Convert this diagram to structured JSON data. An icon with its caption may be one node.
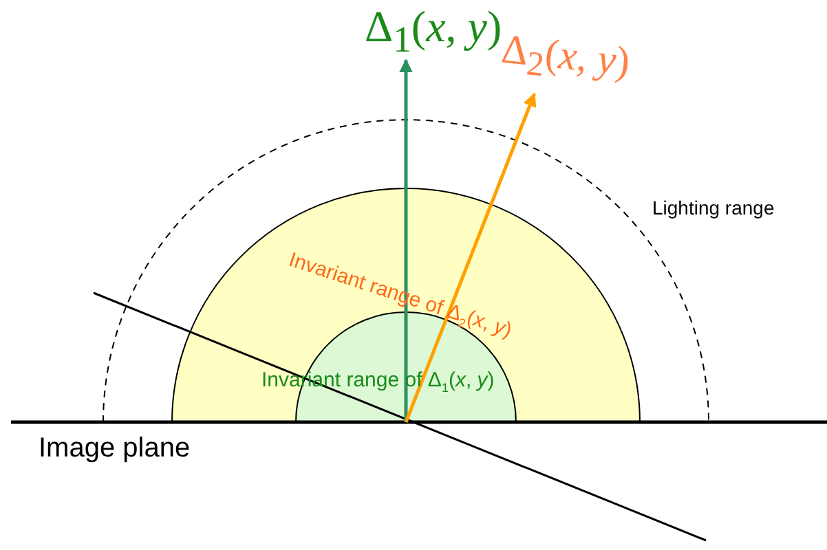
{
  "diagram": {
    "nodes": [
      {
        "text": [
          "Δ$_{1}$(*x*, *y*)"
        ]
      },
      {
        "text": [
          "Δ$_{2}$(*x*, *y*)"
        ]
      }
    ],
    "edges": [
      {
        "from": null,
        "to": 0,
        "arrow": "to",
        "color": "#2e9060"
      },
      {
        "from": null,
        "to": 1,
        "arrow": "to",
        "color": "#ffa000"
      }
    ],
    "labels": [
      "Lighting range",
      "Invariant range of Δ$_{2}$(*x*, *y*)",
      "Invariant range of Δ$_{1}$(*x*, *y*)",
      "Image plane"
    ]
  }
}
